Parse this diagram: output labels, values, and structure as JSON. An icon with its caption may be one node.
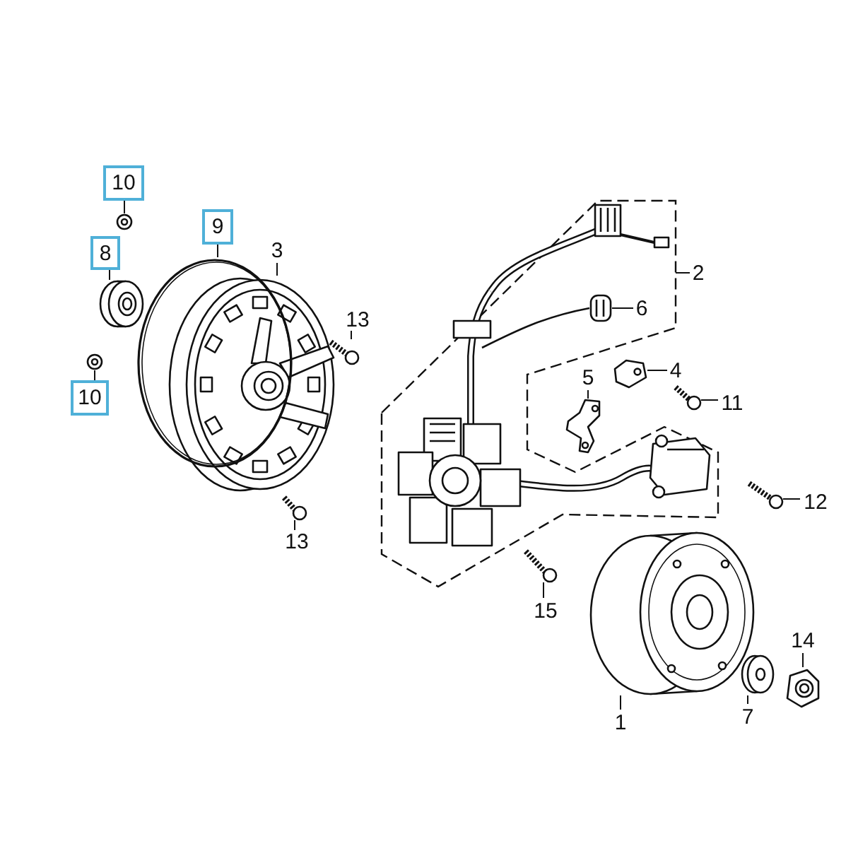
{
  "diagram": {
    "nodes": [
      {
        "text": [
          "10"
        ]
      },
      {
        "text": [],
        "shape": "picture"
      },
      {
        "text": [
          "9"
        ]
      },
      {
        "text": [],
        "shape": "picture"
      },
      {
        "text": [
          "8"
        ]
      },
      {
        "text": [],
        "shape": "picture"
      },
      {
        "text": [
          "3"
        ]
      },
      {
        "text": [],
        "shape": "picture"
      },
      {
        "text": [
          "13"
        ]
      },
      {
        "text": [],
        "shape": "picture"
      },
      {
        "text": [
          "10"
        ]
      },
      {
        "text": [],
        "shape": "picture"
      },
      {
        "text": [
          "13"
        ]
      },
      {
        "text": [],
        "shape": "picture"
      },
      {
        "text": [
          "2"
        ]
      },
      {
        "text": [],
        "shape": "picture"
      },
      {
        "text": [
          "6"
        ]
      },
      {
        "text": [],
        "shape": "picture"
      },
      {
        "text": [
          "4"
        ]
      },
      {
        "text": [],
        "shape": "picture"
      },
      {
        "text": [
          "5"
        ]
      },
      {
        "text": [],
        "shape": "picture"
      },
      {
        "text": [
          "11"
        ]
      },
      {
        "text": [],
        "shape": "picture"
      },
      {
        "text": [
          "12"
        ]
      },
      {
        "text": [],
        "shape": "picture"
      },
      {
        "text": [
          "15"
        ]
      },
      {
        "text": [],
        "shape": "picture"
      },
      {
        "text": [
          "1"
        ]
      },
      {
        "text": [],
        "shape": "picture"
      },
      {
        "text": [
          "7"
        ]
      },
      {
        "text": [],
        "shape": "picture"
      },
      {
        "text": [
          "14"
        ]
      },
      {
        "text": [],
        "shape": "picture"
      }
    ],
    "edges": [
      {
        "from": 0,
        "to": 1,
        "arrow": "none"
      },
      {
        "from": 2,
        "to": 3,
        "arrow": "none"
      },
      {
        "from": 4,
        "to": 5,
        "arrow": "none"
      },
      {
        "from": 6,
        "to": 7,
        "arrow": "none"
      },
      {
        "from": 8,
        "to": 9,
        "arrow": "none"
      },
      {
        "from": 10,
        "to": 11,
        "arrow": "none"
      },
      {
        "from": 12,
        "to": 13,
        "arrow": "none"
      },
      {
        "from": 14,
        "to": 15,
        "arrow": "none"
      },
      {
        "from": 16,
        "to": 17,
        "arrow": "none"
      },
      {
        "from": 18,
        "to": 19,
        "arrow": "none"
      },
      {
        "from": 20,
        "to": 21,
        "arrow": "none"
      },
      {
        "from": 22,
        "to": 23,
        "arrow": "none"
      },
      {
        "from": 24,
        "to": 25,
        "arrow": "none"
      },
      {
        "from": 26,
        "to": 27,
        "arrow": "none"
      },
      {
        "from": 28,
        "to": 29,
        "arrow": "none"
      },
      {
        "from": 30,
        "to": 31,
        "arrow": "none"
      },
      {
        "from": 32,
        "to": 33,
        "arrow": "none"
      }
    ]
  }
}
